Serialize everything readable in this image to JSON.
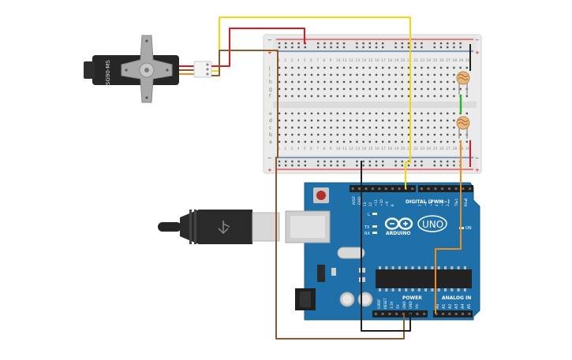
{
  "servo": {
    "model_label": "SG90-MS"
  },
  "arduino": {
    "brand": "ARDUINO",
    "model": "UNO",
    "digital_header": "DIGITAL (PWM~)",
    "power_header": "POWER",
    "analog_header": "ANALOG IN",
    "tx_label": "TX",
    "rx_label": "RX",
    "l_label": "L",
    "on_label": "ON",
    "aref_label": "AREF",
    "gnd_label": "GND",
    "digital_pins": [
      "13",
      "12",
      "~11",
      "~10",
      "~9",
      "8",
      "7",
      "~6",
      "~5",
      "4",
      "~3",
      "2",
      "TX▸1",
      "RX◂0"
    ],
    "power_pins": [
      "IOREF",
      "RESET",
      "3.3V",
      "5V",
      "GND",
      "GND",
      "Vin"
    ],
    "analog_pins": [
      "A0",
      "A1",
      "A2",
      "A3",
      "A4",
      "A5"
    ]
  },
  "breadboard": {
    "row_letters_top": [
      "j",
      "i",
      "h",
      "g",
      "f"
    ],
    "row_letters_bottom": [
      "e",
      "d",
      "c",
      "b",
      "a"
    ],
    "column_count": 30,
    "rail_plus": "+",
    "rail_minus": "−"
  },
  "colors": {
    "wire_red": "#e0181e",
    "wire_yellow": "#f5d60a",
    "wire_brown": "#8b5a2b",
    "wire_black": "#202020",
    "wire_green": "#2db52d",
    "wire_orange": "#f08c1e",
    "board_blue": "#1f6fa8",
    "breadboard": "#ebebeb"
  }
}
